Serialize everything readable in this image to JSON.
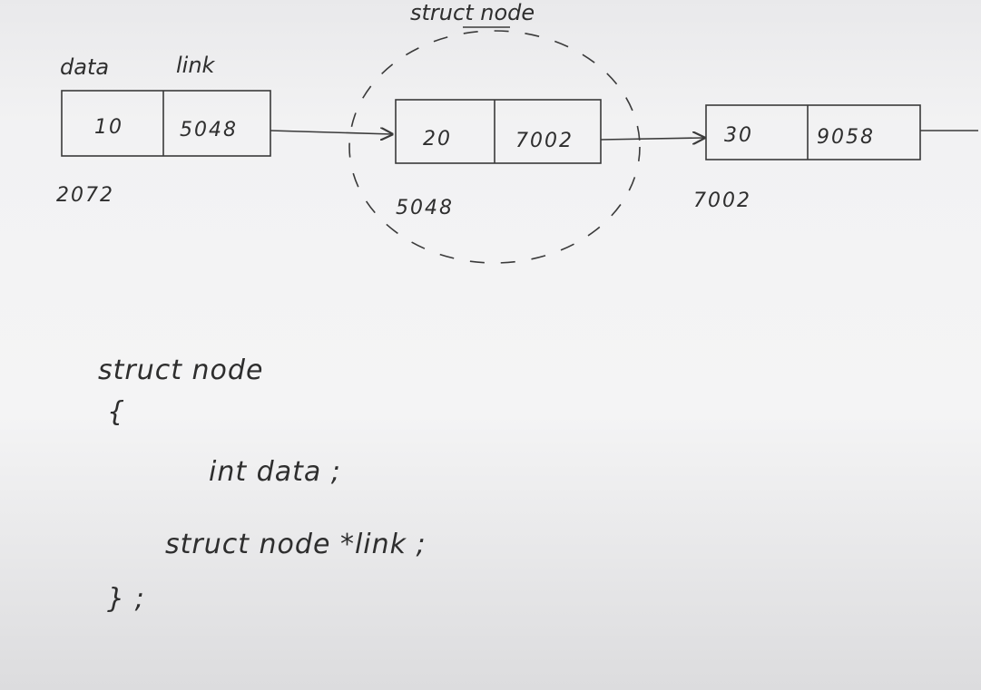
{
  "field_labels": {
    "data": "data",
    "link": "link"
  },
  "struct_label": "struct node",
  "nodes": [
    {
      "data": "10",
      "link": "5048",
      "address": "2072"
    },
    {
      "data": "20",
      "link": "7002",
      "address": "5048"
    },
    {
      "data": "30",
      "link": "9058",
      "address": "7002"
    }
  ],
  "code_lines": [
    "struct  node",
    "{",
    "int   data ;",
    "struct node   *link ;",
    "} ;"
  ]
}
